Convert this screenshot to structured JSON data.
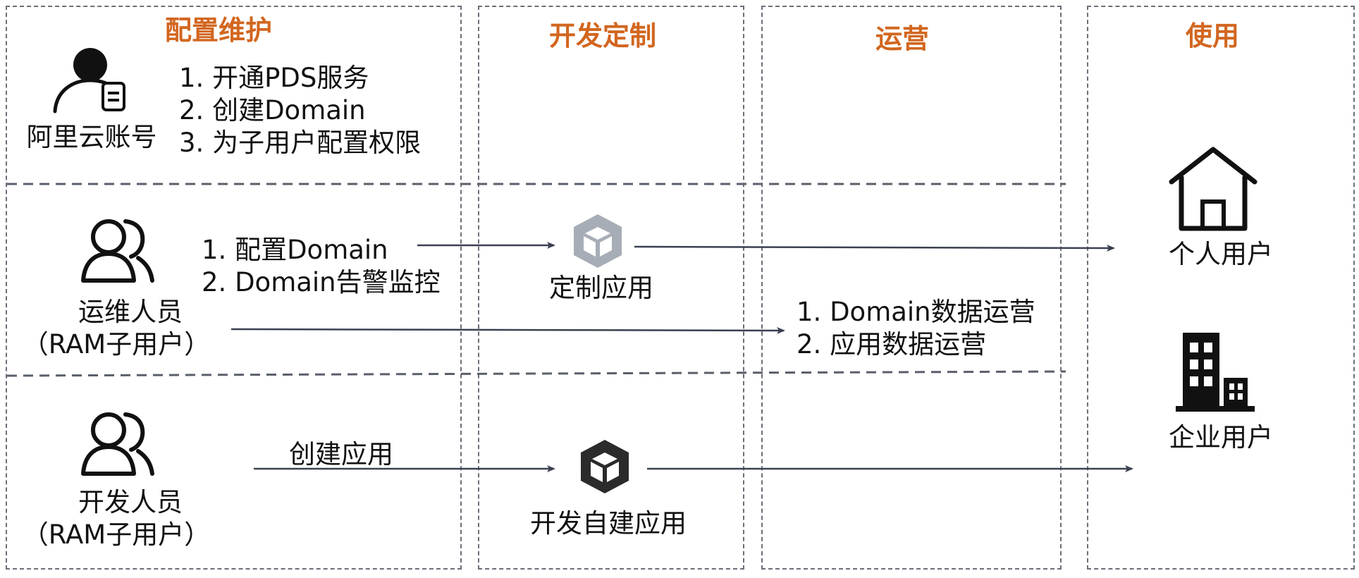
{
  "columns": {
    "config": "配置维护",
    "dev": "开发定制",
    "ops": "运营",
    "use": "使用"
  },
  "rows": {
    "aliyun": {
      "label": "阿里云账号",
      "steps": [
        "1. 开通PDS服务",
        "2. 创建Domain",
        "3. 为子用户配置权限"
      ]
    },
    "ops_staff": {
      "label_line1": "运维人员",
      "label_line2": "（RAM子用户）",
      "steps": [
        "1. 配置Domain",
        "2. Domain告警监控"
      ],
      "app_label": "定制应用",
      "ops_steps": [
        "1. Domain数据运营",
        "2. 应用数据运营"
      ]
    },
    "developer": {
      "label_line1": "开发人员",
      "label_line2": "（RAM子用户）",
      "action": "创建应用",
      "app_label": "开发自建应用"
    }
  },
  "users": {
    "personal": "个人用户",
    "enterprise": "企业用户"
  },
  "icons": {
    "account": "account-person-icon",
    "ops_team": "user-group-icon",
    "dev_team": "user-group-icon",
    "custom_app": "cube-hexagon-icon",
    "dev_app": "cube-hexagon-icon",
    "personal": "house-icon",
    "enterprise": "building-icon"
  },
  "colors": {
    "header": "#d2661f",
    "arrow": "#3a4050",
    "dashed": "#5a5f6a",
    "custom_app_icon": "#a7adb6",
    "dev_app_icon": "#2b2b2b"
  }
}
